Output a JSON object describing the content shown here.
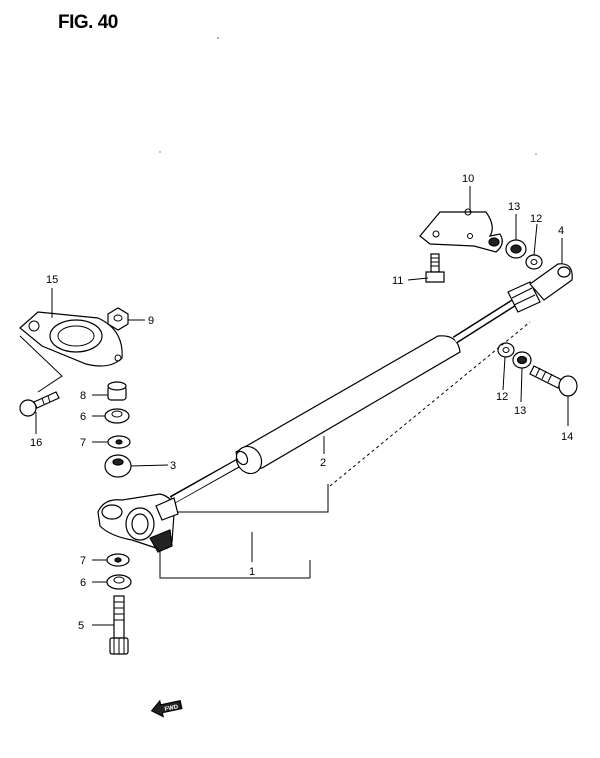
{
  "figure": {
    "title": "FIG. 40"
  },
  "direction_badge": {
    "text": "FWD"
  },
  "callouts": [
    {
      "id": "1",
      "label": "1"
    },
    {
      "id": "2",
      "label": "2"
    },
    {
      "id": "3",
      "label": "3"
    },
    {
      "id": "4",
      "label": "4"
    },
    {
      "id": "5",
      "label": "5"
    },
    {
      "id": "6a",
      "label": "6"
    },
    {
      "id": "6b",
      "label": "6"
    },
    {
      "id": "7a",
      "label": "7"
    },
    {
      "id": "7b",
      "label": "7"
    },
    {
      "id": "8",
      "label": "8"
    },
    {
      "id": "9",
      "label": "9"
    },
    {
      "id": "10",
      "label": "10"
    },
    {
      "id": "11",
      "label": "11"
    },
    {
      "id": "12a",
      "label": "12"
    },
    {
      "id": "12b",
      "label": "12"
    },
    {
      "id": "13a",
      "label": "13"
    },
    {
      "id": "13b",
      "label": "13"
    },
    {
      "id": "14",
      "label": "14"
    },
    {
      "id": "15",
      "label": "15"
    },
    {
      "id": "16",
      "label": "16"
    }
  ]
}
